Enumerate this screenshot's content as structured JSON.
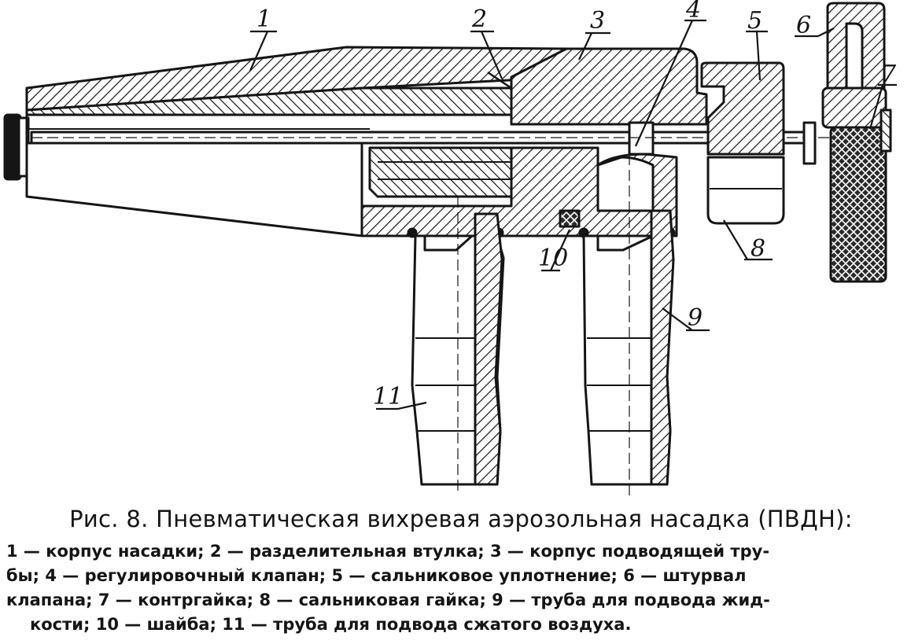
{
  "figure": {
    "callouts": [
      {
        "id": "c1",
        "label": "1"
      },
      {
        "id": "c2",
        "label": "2"
      },
      {
        "id": "c3",
        "label": "3"
      },
      {
        "id": "c4",
        "label": "4"
      },
      {
        "id": "c5",
        "label": "5"
      },
      {
        "id": "c6",
        "label": "6"
      },
      {
        "id": "c7",
        "label": "7"
      },
      {
        "id": "c8",
        "label": "8"
      },
      {
        "id": "c9",
        "label": "9"
      },
      {
        "id": "c10",
        "label": "10"
      },
      {
        "id": "c11",
        "label": "11"
      }
    ]
  },
  "caption": {
    "title": "Рис. 8. Пневматическая вихревая аэрозольная насадка (ПВДН):",
    "lines": [
      "1 — корпус насадки; 2 — разделительная втулка; 3 — корпус подводящей тру-",
      "бы; 4 — регулировочный клапан; 5 — сальниковое уплотнение; 6 — штурвал",
      "клапана; 7 — контргайка; 8 — сальниковая гайка; 9 — труба для подвода жид-",
      "кости; 10 — шайба; 11 — труба для подвода сжатого воздуха."
    ]
  }
}
